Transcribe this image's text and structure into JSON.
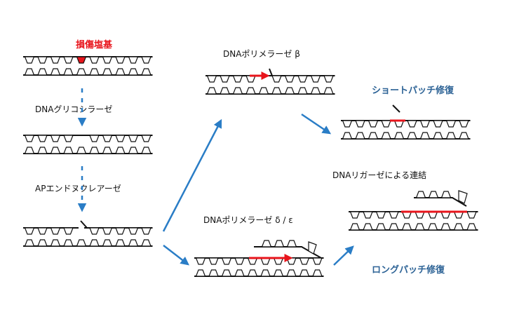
{
  "labels": {
    "damaged_base": "損傷塩基",
    "glycosylase": "DNAグリコシラーゼ",
    "ap_endonuclease": "APエンドヌクレアーゼ",
    "pol_beta": "DNAポリメラーゼ β",
    "pol_delta_epsilon": "DNAポリメラーゼ δ / ε",
    "short_patch": "ショートパッチ修復",
    "ligase": "DNAリガーゼによる連結",
    "long_patch": "ロングパッチ修復"
  },
  "colors": {
    "strand": "#111111",
    "damage": "#e8141b",
    "new_dna": "#e8141b",
    "arrow": "#2a7dc6",
    "title_blue": "#2d6396"
  }
}
